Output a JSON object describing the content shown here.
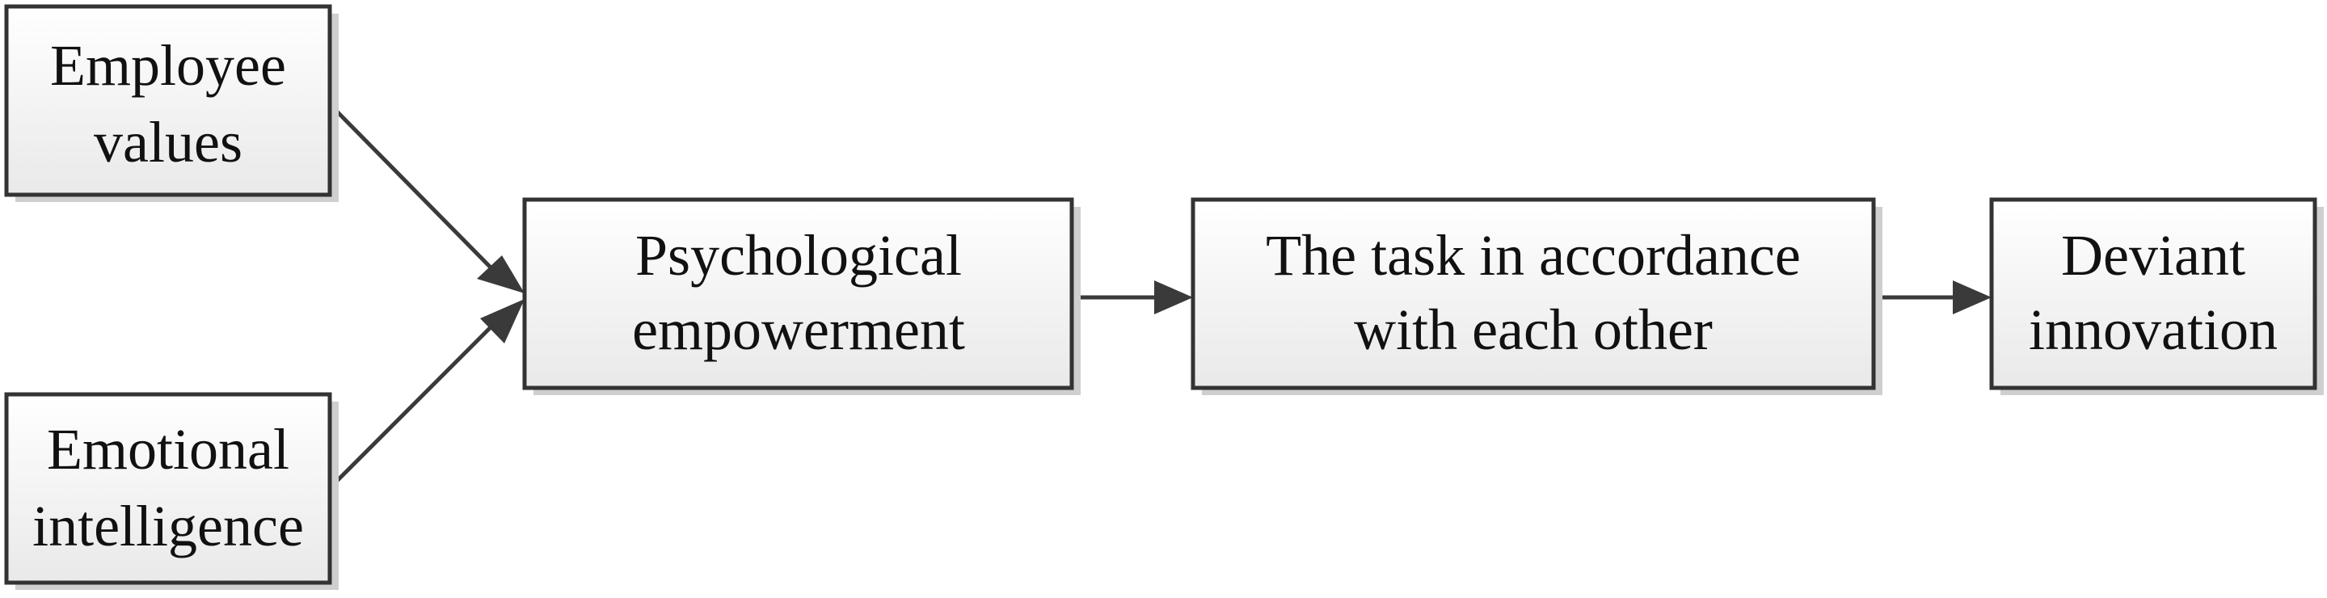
{
  "diagram": {
    "nodes": {
      "employee_values": {
        "line1": "Employee",
        "line2": "values"
      },
      "emotional_intelligence": {
        "line1": "Emotional",
        "line2": "intelligence"
      },
      "psychological_empowerment": {
        "line1": "Psychological",
        "line2": "empowerment"
      },
      "task_accordance": {
        "line1": "The task in accordance",
        "line2": "with each other"
      },
      "deviant_innovation": {
        "line1": "Deviant",
        "line2": "innovation"
      }
    },
    "edges": [
      {
        "from": "Employee values",
        "to": "Psychological empowerment"
      },
      {
        "from": "Emotional intelligence",
        "to": "Psychological empowerment"
      },
      {
        "from": "Psychological empowerment",
        "to": "The task in accordance with each other"
      },
      {
        "from": "The task in accordance with each other",
        "to": "Deviant innovation"
      }
    ]
  }
}
